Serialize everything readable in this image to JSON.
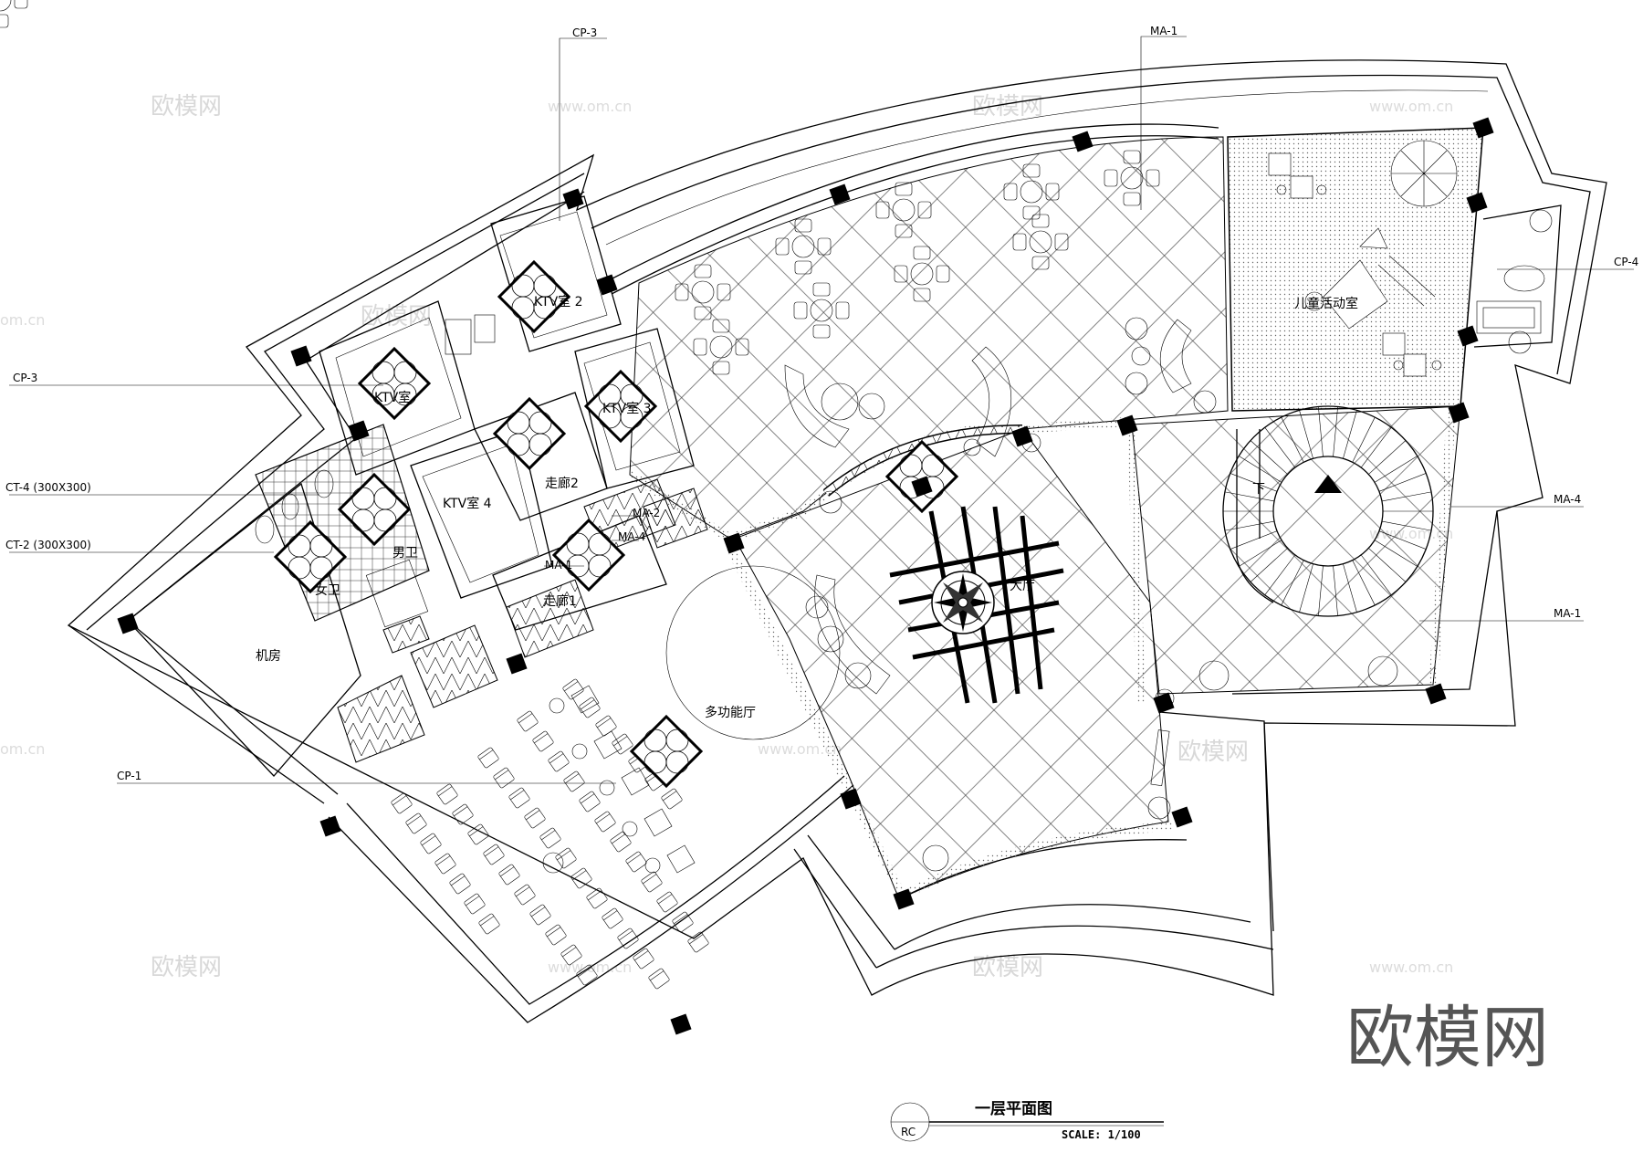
{
  "drawing": {
    "title": "一层平面图",
    "scale": "SCALE: 1/100",
    "symbol": "RC"
  },
  "rooms": {
    "ktv1": "KTV室",
    "ktv2": "KTV室 2",
    "ktv3": "KTV室 3",
    "ktv4": "KTV室 4",
    "corridor1": "走廊1",
    "corridor2": "走廊2",
    "male_wc": "男卫",
    "female_wc": "女卫",
    "machine": "机房",
    "multi": "多功能厅",
    "lobby": "大厅",
    "kids": "儿童活动室",
    "down": "下"
  },
  "callouts": {
    "cp3_top": "CP-3",
    "cp3_left": "CP-3",
    "ct4": "CT-4 (300X300)",
    "ct2": "CT-2 (300X300)",
    "cp1": "CP-1",
    "ma1_top": "MA-1",
    "cp4": "CP-4",
    "ma4_right": "MA-4",
    "ma1_right": "MA-1",
    "ma2": "MA-2",
    "ma4_mid": "MA-4",
    "ma1_mid": "MA-1"
  },
  "watermarks": {
    "brand": "欧模网",
    "site": "www.om.cn",
    "site_short": "om.cn"
  },
  "logo": "欧模网"
}
